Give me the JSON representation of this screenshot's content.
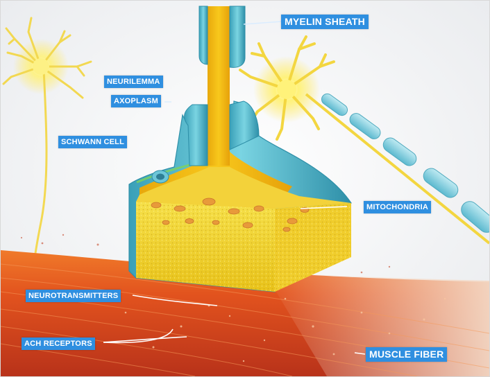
{
  "labels": {
    "myelin_sheath": "MYELIN SHEATH",
    "neurilemma": "NEURILEMMA",
    "axoplasm": "AXOPLASM",
    "schwann_cell": "SCHWANN CELL",
    "mitochondria": "MITOCHONDRIA",
    "neurotransmitters": "NEUROTRANSMITTERS",
    "ach_receptors": "ACH RECEPTORS",
    "muscle_fiber": "MUSCLE FIBER"
  },
  "colors": {
    "label_bg": "#2f8fe0",
    "axoplasm": "#f5c518",
    "myelin": "#5fc2d6",
    "muscle": "#d9481c",
    "neuron_glow": "#ffe866"
  }
}
